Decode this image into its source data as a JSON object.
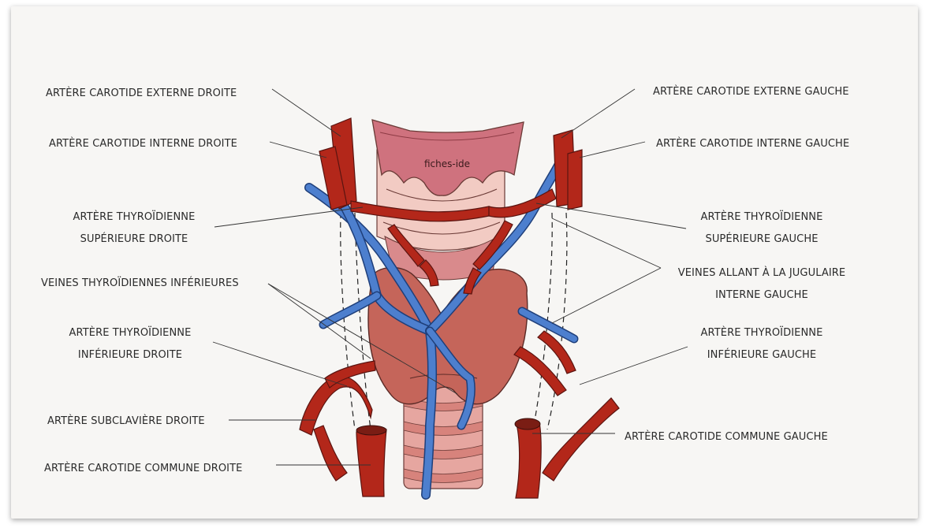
{
  "diagram": {
    "watermark": "fiches-ide",
    "labels": {
      "ext_carotid_right": "ARTÈRE CAROTIDE EXTERNE DROITE",
      "int_carotid_right": "ARTÈRE CAROTIDE INTERNE DROITE",
      "sup_thyroid_right_1": "ARTÈRE THYROÏDIENNE",
      "sup_thyroid_right_2": "SUPÉRIEURE DROITE",
      "inf_thyroid_veins": "VEINES THYROÏDIENNES INFÉRIEURES",
      "inf_thyroid_right_1": "ARTÈRE THYROÏDIENNE",
      "inf_thyroid_right_2": "INFÉRIEURE DROITE",
      "subclavian_right": "ARTÈRE SUBCLAVIÈRE DROITE",
      "common_carotid_right": "ARTÈRE CAROTIDE COMMUNE DROITE",
      "ext_carotid_left": "ARTÈRE CAROTIDE EXTERNE GAUCHE",
      "int_carotid_left": "ARTÈRE CAROTIDE INTERNE GAUCHE",
      "sup_thyroid_left_1": "ARTÈRE THYROÏDIENNE",
      "sup_thyroid_left_2": "SUPÉRIEURE GAUCHE",
      "jugular_veins_1": "VEINES ALLANT À LA JUGULAIRE",
      "jugular_veins_2": "INTERNE GAUCHE",
      "inf_thyroid_left_1": "ARTÈRE THYROÏDIENNE",
      "inf_thyroid_left_2": "INFÉRIEURE GAUCHE",
      "common_carotid_left": "ARTÈRE CAROTIDE COMMUNE GAUCHE"
    },
    "colors": {
      "artery": "#b3271a",
      "vein": "#4d7fce",
      "thyroid": "#c5655a",
      "thyroid_cartilage": "#d07a82",
      "trachea": "#e6a6a0",
      "background": "#f7f6f4"
    }
  }
}
